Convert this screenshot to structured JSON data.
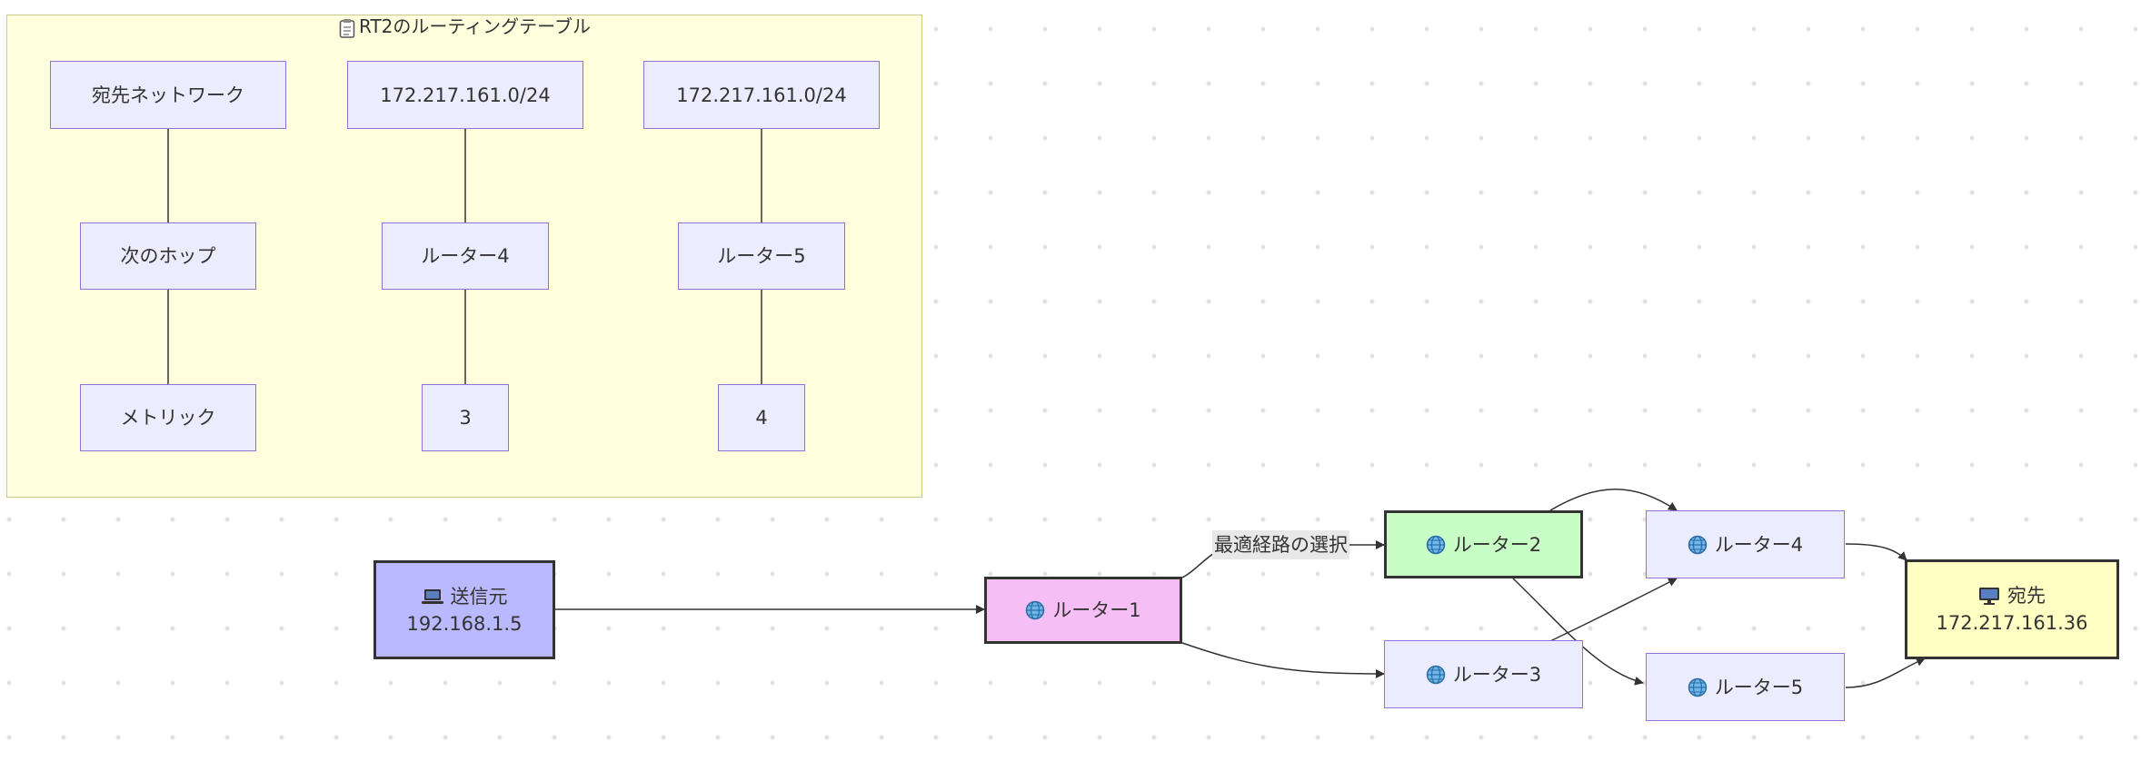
{
  "table": {
    "title": "RT2のルーティングテーブル",
    "title_icon": "clipboard-icon",
    "col_headers": {
      "destination": "宛先ネットワーク",
      "next_hop": "次のホップ",
      "metric": "メトリック"
    },
    "routes": [
      {
        "network": "172.217.161.0/24",
        "next_hop": "ルーター4",
        "metric": "3"
      },
      {
        "network": "172.217.161.0/24",
        "next_hop": "ルーター5",
        "metric": "4"
      }
    ]
  },
  "nodes": {
    "source": {
      "label": "送信元",
      "ip": "192.168.1.5",
      "icon": "laptop-icon",
      "color": "#b9b9ff"
    },
    "r1": {
      "label": "ルーター1",
      "icon": "globe-icon",
      "color": "#f5bff5"
    },
    "r2": {
      "label": "ルーター2",
      "icon": "globe-icon",
      "color": "#c9fdc6"
    },
    "r3": {
      "label": "ルーター3",
      "icon": "globe-icon",
      "color": "#ececff"
    },
    "r4": {
      "label": "ルーター4",
      "icon": "globe-icon",
      "color": "#ececff"
    },
    "r5": {
      "label": "ルーター5",
      "icon": "globe-icon",
      "color": "#ececff"
    },
    "destination": {
      "label": "宛先",
      "ip": "172.217.161.36",
      "icon": "desktop-icon",
      "color": "#ffffc4"
    }
  },
  "edges": {
    "best_path_label": "最適経路の選択"
  }
}
